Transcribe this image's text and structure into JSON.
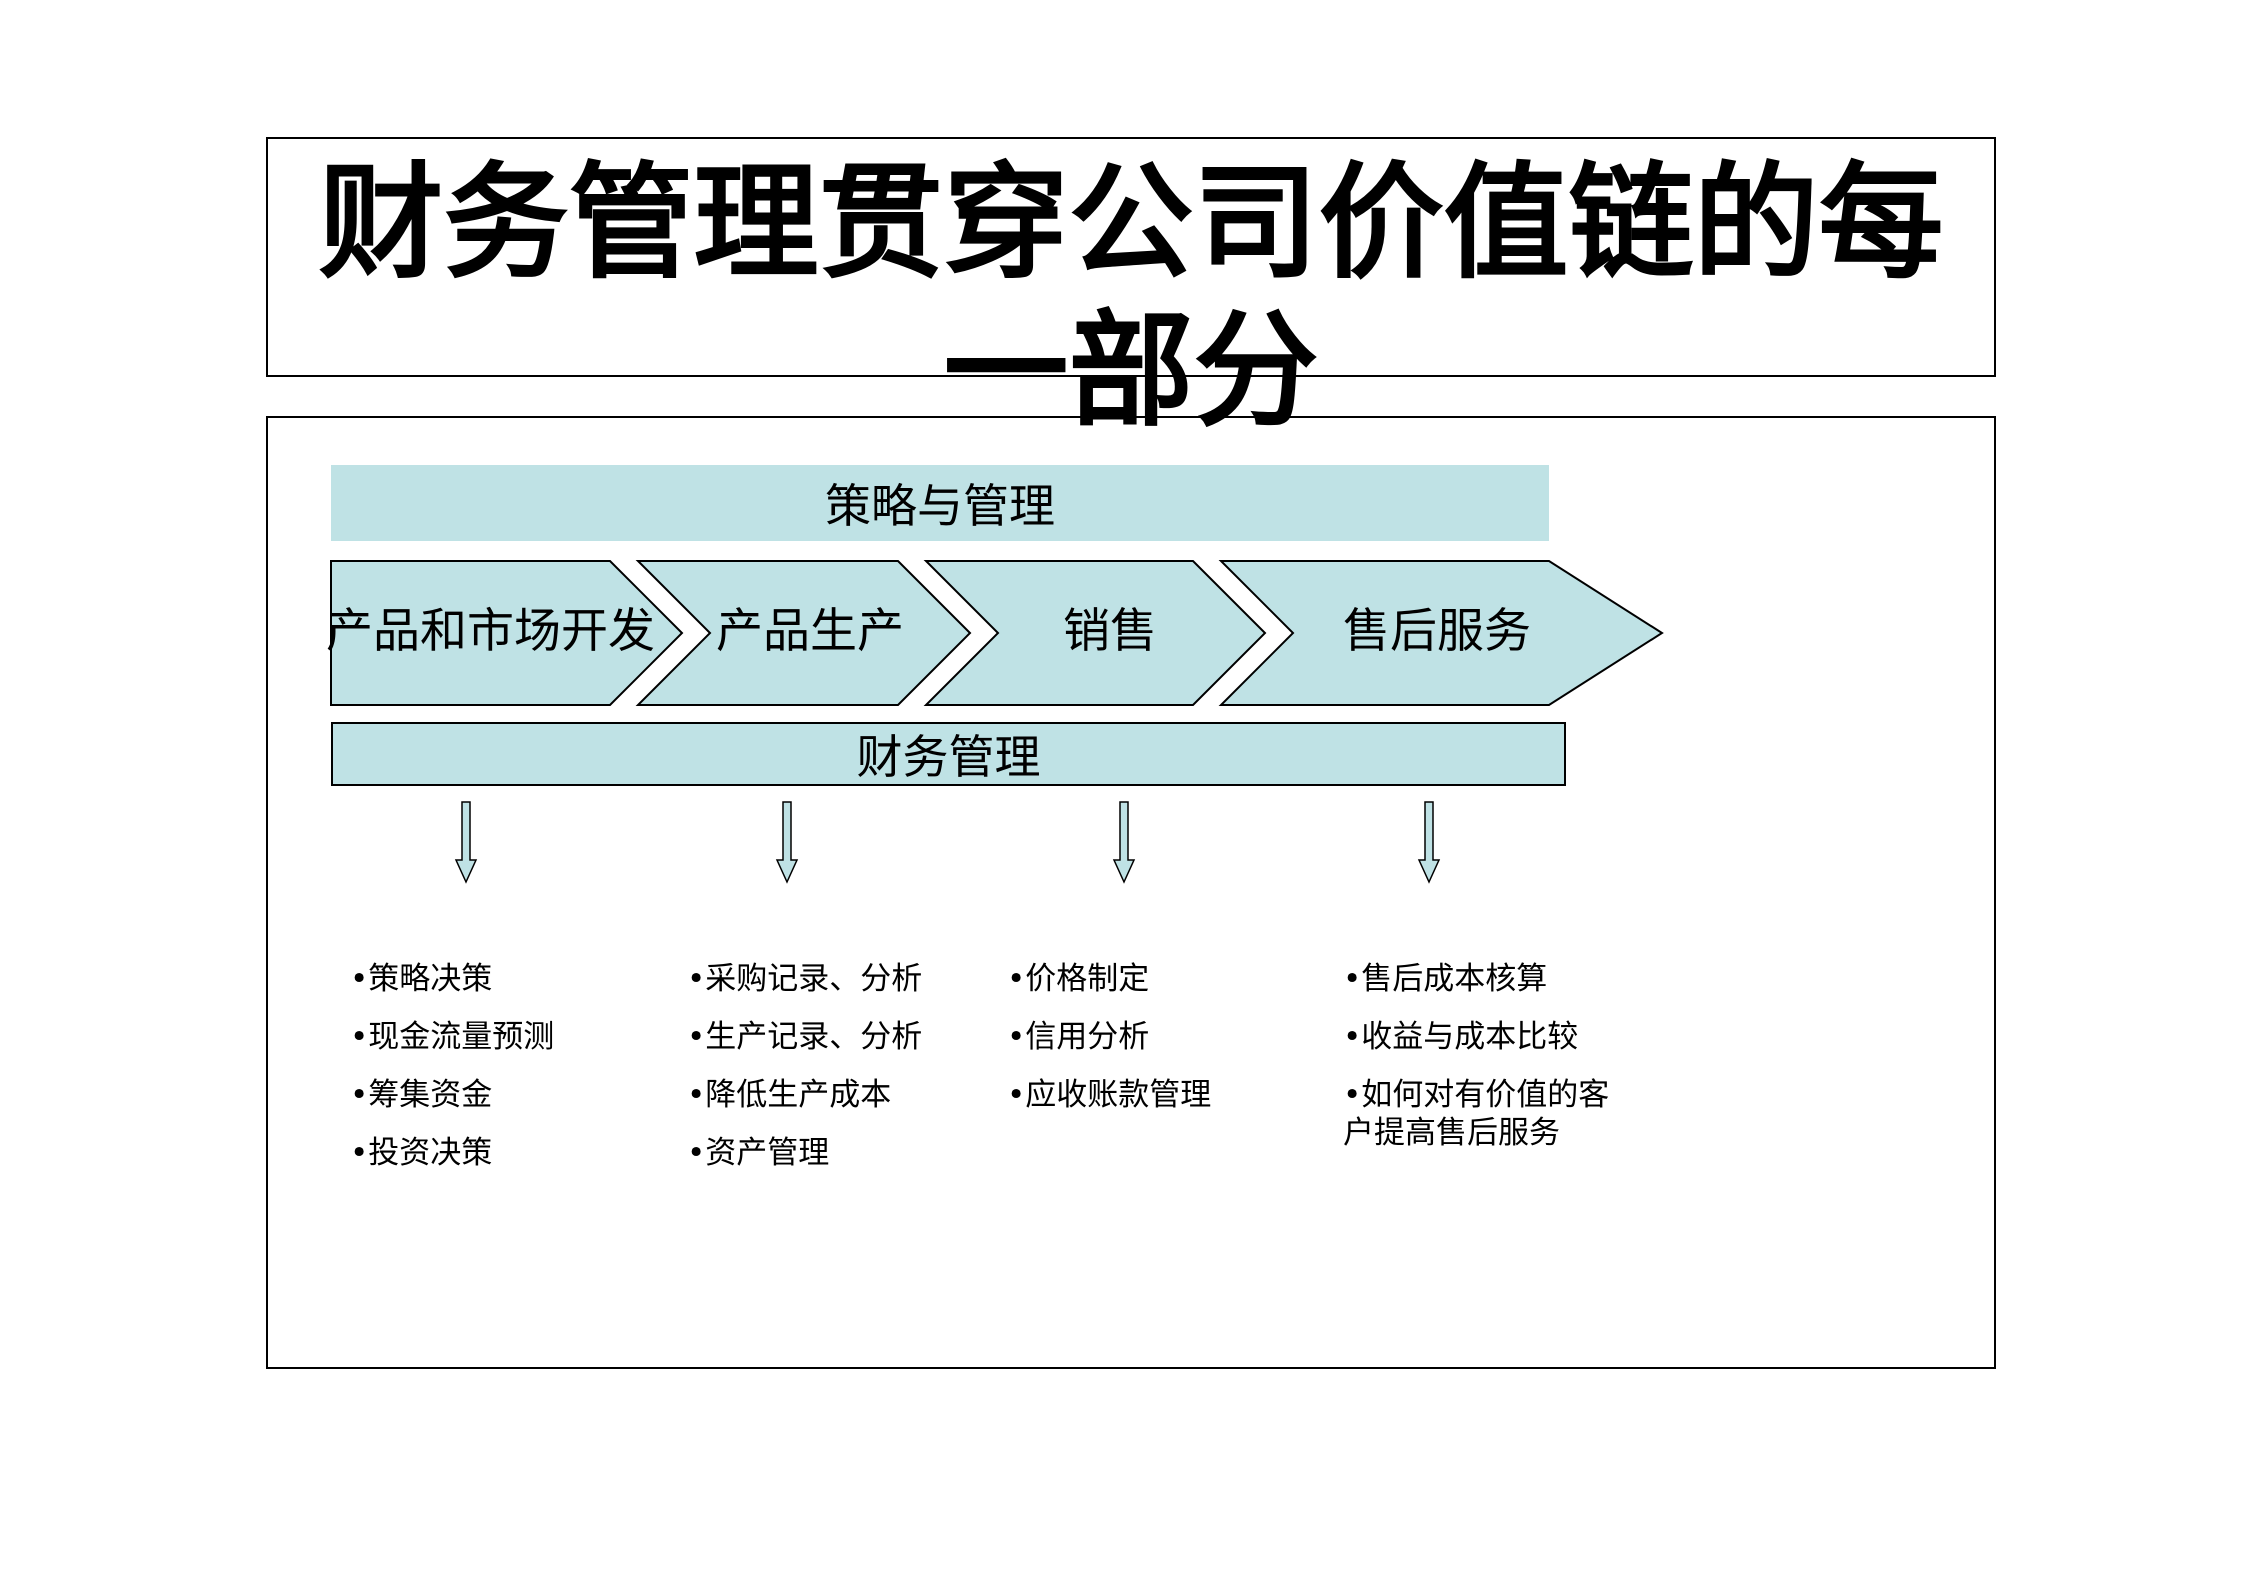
{
  "title": "财务管理贯穿公司价值链的每一部分",
  "top_band": "策略与管理",
  "stages": [
    "产品和市场开发",
    "产品生产",
    "销售",
    "售后服务"
  ],
  "bottom_band": "财务管理",
  "colors": {
    "band_fill": "#bfe2e5",
    "outline": "#000000"
  },
  "columns": [
    {
      "items": [
        "•策略决策",
        "•现金流量预测",
        "•筹集资金",
        "•投资决策"
      ]
    },
    {
      "items": [
        "•采购记录、分析",
        "•生产记录、分析",
        "•降低生产成本",
        "•资产管理"
      ]
    },
    {
      "items": [
        "•价格制定",
        "•信用分析",
        "•应收账款管理"
      ]
    },
    {
      "items": [
        "•售后成本核算",
        "•收益与成本比较",
        "•如何对有价值的客户提高售后服务"
      ]
    }
  ]
}
